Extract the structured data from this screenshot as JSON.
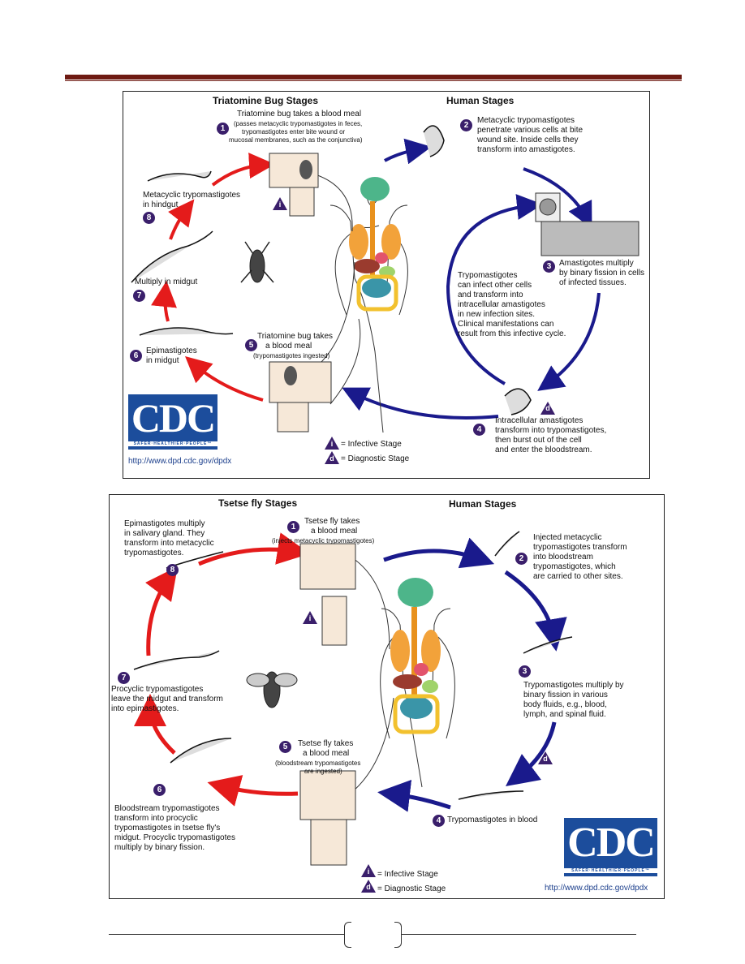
{
  "page_decor": {},
  "chagas": {
    "left_heading": "Triatomine Bug Stages",
    "right_heading": "Human Stages",
    "s1_title": "Triatomine bug takes a blood meal",
    "s1_sub1": "(passes metacyclic trypomastigotes in feces,",
    "s1_sub2": "trypomastigotes enter bite wound or",
    "s1_sub3": "mucosal membranes, such as the conjunctiva)",
    "s2_l1": "Metacyclic trypomastigotes",
    "s2_l2": "penetrate various cells at bite",
    "s2_l3": "wound site.  Inside cells they",
    "s2_l4": "transform into amastigotes.",
    "s3_l1": "Amastigotes multiply",
    "s3_l2": "by binary fission in cells",
    "s3_l3": "of infected tissues.",
    "center_l1": "Trypomastigotes",
    "center_l2": "can infect other cells",
    "center_l3": "and transform into",
    "center_l4": "intracellular amastigotes",
    "center_l5": "in new infection sites.",
    "center_l6": "Clinical manifestations can",
    "center_l7": "result from this infective cycle.",
    "s4_l1": "Intracellular amastigotes",
    "s4_l2": "transform into trypomastigotes,",
    "s4_l3": "then burst out of the cell",
    "s4_l4": "and enter the bloodstream.",
    "s5_l1": "Triatomine bug takes",
    "s5_l2": "a blood meal",
    "s5_sub": "(trypomastigotes ingested)",
    "s6_l1": "Epimastigotes",
    "s6_l2": "in midgut",
    "s7_l1": "Multiply in midgut",
    "s8_l1": "Metacyclic trypomastigotes",
    "s8_l2": "in hindgut",
    "legend_infective": "= Infective Stage",
    "legend_diagnostic": "= Diagnostic Stage",
    "cdc_logo": "CDC",
    "cdc_tagline": "SAFER·HEALTHIER·PEOPLE™",
    "url": "http://www.dpd.cdc.gov/dpdx"
  },
  "tsetse": {
    "left_heading": "Tsetse fly Stages",
    "right_heading": "Human Stages",
    "s1_l1": "Tsetse fly takes",
    "s1_l2": "a blood meal",
    "s1_sub": "(injects metacyclic trypomastigotes)",
    "s2_l1": "Injected metacyclic",
    "s2_l2": "trypomastigotes transform",
    "s2_l3": "into bloodstream",
    "s2_l4": "trypomastigotes, which",
    "s2_l5": "are carried to other sites.",
    "s3_l1": "Trypomastigotes multiply by",
    "s3_l2": "binary fission in various",
    "s3_l3": "body fluids, e.g., blood,",
    "s3_l4": "lymph, and spinal fluid.",
    "s4_l1": "Trypomastigotes in blood",
    "s5_l1": "Tsetse fly takes",
    "s5_l2": "a blood meal",
    "s5_sub1": "(bloodstream trypomastigotes",
    "s5_sub2": "are ingested)",
    "s6_l1": "Bloodstream trypomastigotes",
    "s6_l2": "transform into procyclic",
    "s6_l3": "trypomastigotes in tsetse fly's",
    "s6_l4": "midgut. Procyclic trypomastigotes",
    "s6_l5": "multiply by binary fission.",
    "s7_l1": "Procyclic trypomastigotes",
    "s7_l2": "leave the midgut and transform",
    "s7_l3": "into epimastigotes.",
    "s8_l1": "Epimastigotes multiply",
    "s8_l2": "in salivary gland. They",
    "s8_l3": "transform into metacyclic",
    "s8_l4": "trypomastigotes.",
    "legend_infective": "= Infective Stage",
    "legend_diagnostic": "= Diagnostic Stage",
    "cdc_logo": "CDC",
    "cdc_tagline": "SAFER·HEALTHIER·PEOPLE™",
    "url": "http://www.dpd.cdc.gov/dpdx"
  },
  "stage_numbers": [
    "1",
    "2",
    "3",
    "4",
    "5",
    "6",
    "7",
    "8"
  ],
  "icon_letters": {
    "infective": "i",
    "diagnostic": "d"
  },
  "colors": {
    "vector_arrow": "#e41b1b",
    "human_arrow": "#1a1a8c",
    "badge": "#3a1f6b",
    "cdc_blue": "#1c4d9c",
    "header_rule": "#6e1a12"
  }
}
